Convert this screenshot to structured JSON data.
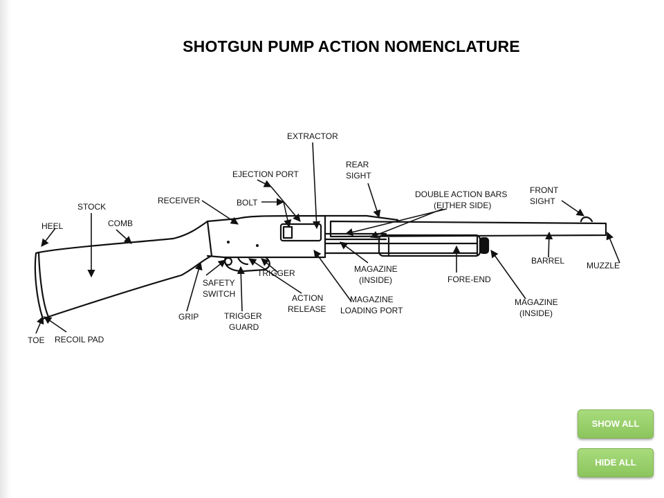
{
  "slide": {
    "title": "SHOTGUN PUMP ACTION NOMENCLATURE"
  },
  "diagram": {
    "labels": {
      "extractor": "EXTRACTOR",
      "ejection_port": "EJECTION PORT",
      "rear_sight": [
        "REAR",
        "SIGHT"
      ],
      "double_action_bars": [
        "DOUBLE ACTION BARS",
        "(EITHER SIDE)"
      ],
      "front_sight": [
        "FRONT",
        "SIGHT"
      ],
      "receiver": "RECEIVER",
      "bolt": "BOLT",
      "stock": "STOCK",
      "heel": "HEEL",
      "comb": "COMB",
      "barrel": "BARREL",
      "muzzle": "MUZZLE",
      "magazine_inside_1": [
        "MAGAZINE",
        "(INSIDE)"
      ],
      "fore_end": "FORE-END",
      "trigger": "TRIGGER",
      "safety_switch": [
        "SAFETY",
        "SWITCH"
      ],
      "action_release": [
        "ACTION",
        "RELEASE"
      ],
      "magazine_loading_port": [
        "MAGAZINE",
        "LOADING PORT"
      ],
      "magazine_inside_2": [
        "MAGAZINE",
        "(INSIDE)"
      ],
      "grip": "GRIP",
      "trigger_guard": [
        "TRIGGER",
        "GUARD"
      ],
      "toe": "TOE",
      "recoil_pad": "RECOIL PAD"
    }
  },
  "buttons": {
    "show_all": "SHOW ALL",
    "hide_all": "HIDE ALL"
  },
  "colors": {
    "button_green": "#8cc55c",
    "button_text": "#ffffff"
  }
}
